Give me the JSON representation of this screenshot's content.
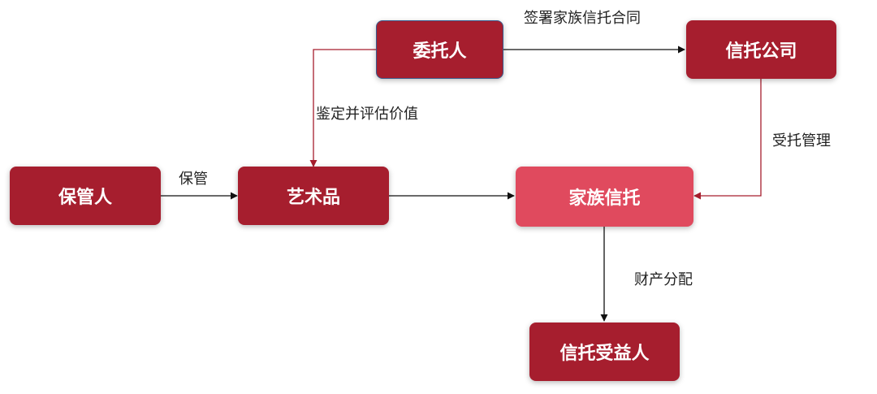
{
  "nodes": {
    "settlor": "委托人",
    "trust_company": "信托公司",
    "custodian": "保管人",
    "artwork": "艺术品",
    "family_trust": "家族信托",
    "beneficiary": "信托受益人"
  },
  "edges": {
    "sign_contract": "签署家族信托合同",
    "appraise": "鉴定并评估价值",
    "custody": "保管",
    "entrusted_management": "受托管理",
    "asset_distribution": "财产分配"
  },
  "colors": {
    "node_fill": "#a61e2e",
    "trust_fill": "#e04a5e",
    "settlor_border": "#3a5a8c",
    "red_arrow": "#a61e2e",
    "black_arrow": "#111111"
  }
}
